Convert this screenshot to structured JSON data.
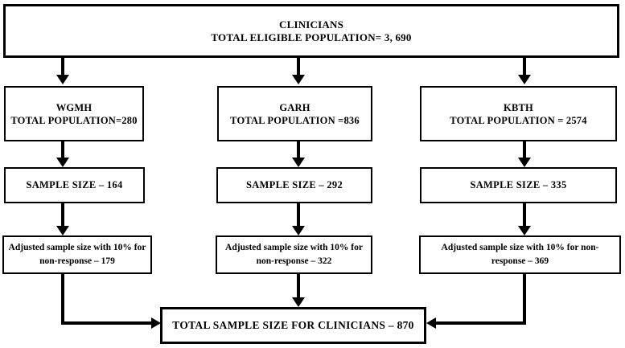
{
  "colors": {
    "line": "#000000",
    "background": "#ffffff",
    "text": "#000000"
  },
  "top_box": {
    "line1": "CLINICIANS",
    "line2": "TOTAL ELIGIBLE POPULATION= 3, 690"
  },
  "columns": [
    {
      "site": "WGMH",
      "population": {
        "line1": "WGMH",
        "line2": "TOTAL POPULATION=280"
      },
      "sample_size": "SAMPLE SIZE – 164",
      "adjusted": {
        "line1": "Adjusted sample size with 10% for",
        "line2": "non-response – 179"
      }
    },
    {
      "site": "GARH",
      "population": {
        "line1": "GARH",
        "line2": "TOTAL POPULATION =836"
      },
      "sample_size": "SAMPLE SIZE – 292",
      "adjusted": {
        "line1": "Adjusted sample size with 10% for",
        "line2": "non-response – 322"
      }
    },
    {
      "site": "KBTH",
      "population": {
        "line1": "KBTH",
        "line2": "TOTAL POPULATION = 2574"
      },
      "sample_size": "SAMPLE SIZE – 335",
      "adjusted": {
        "line1": "Adjusted sample size with 10% for non-",
        "line2": "response – 369"
      }
    }
  ],
  "total_box": {
    "label": "TOTAL SAMPLE SIZE FOR CLINICIANS – 870"
  }
}
